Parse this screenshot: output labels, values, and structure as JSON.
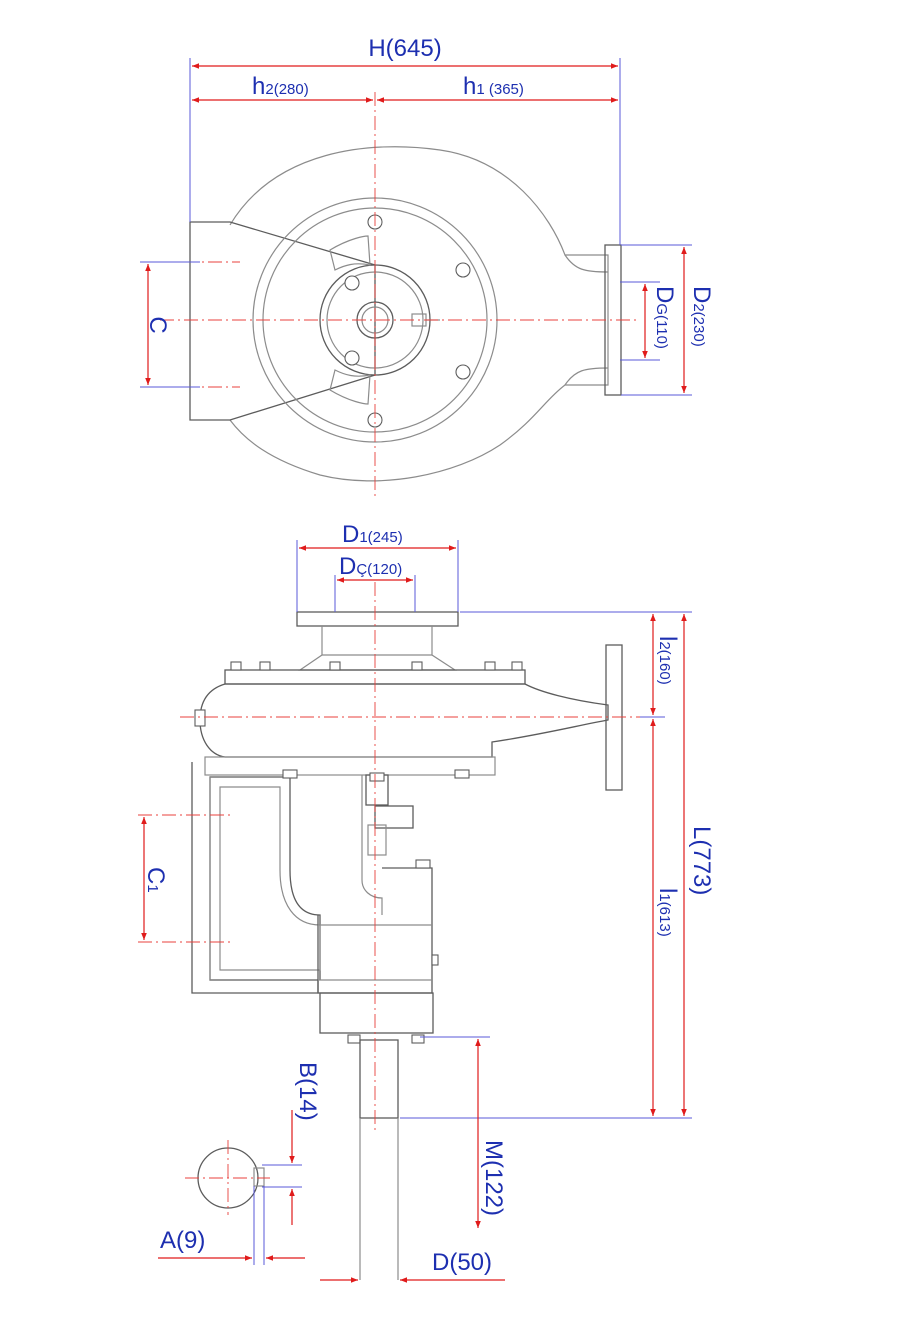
{
  "labels": {
    "H": {
      "main": "H",
      "value": "(645)"
    },
    "h2": {
      "main": "h",
      "sub": "2(280)"
    },
    "h1": {
      "main": "h",
      "sub": "1 (365)"
    },
    "C": {
      "main": "C"
    },
    "DG": {
      "main": "D",
      "sub": "G(110)"
    },
    "D2": {
      "main": "D",
      "sub": "2(230)"
    },
    "D1": {
      "main": "D",
      "sub": "1(245)"
    },
    "DC": {
      "main": "D",
      "sub": "Ç(120)"
    },
    "l2": {
      "main": "l",
      "sub": "2(160)"
    },
    "L": {
      "main": "L(773)"
    },
    "l1": {
      "main": "l",
      "sub": "1(613)"
    },
    "C1": {
      "main": "C",
      "sub": "1"
    },
    "B": {
      "main": "B(14)"
    },
    "M": {
      "main": "M(122)"
    },
    "A": {
      "main": "A(9)"
    },
    "D": {
      "main": "D(50)"
    }
  },
  "colors": {
    "dimension": "#e01b1b",
    "label": "#1d2fb0",
    "outline": "#8c8c8c",
    "centerline": "#e8413c"
  }
}
